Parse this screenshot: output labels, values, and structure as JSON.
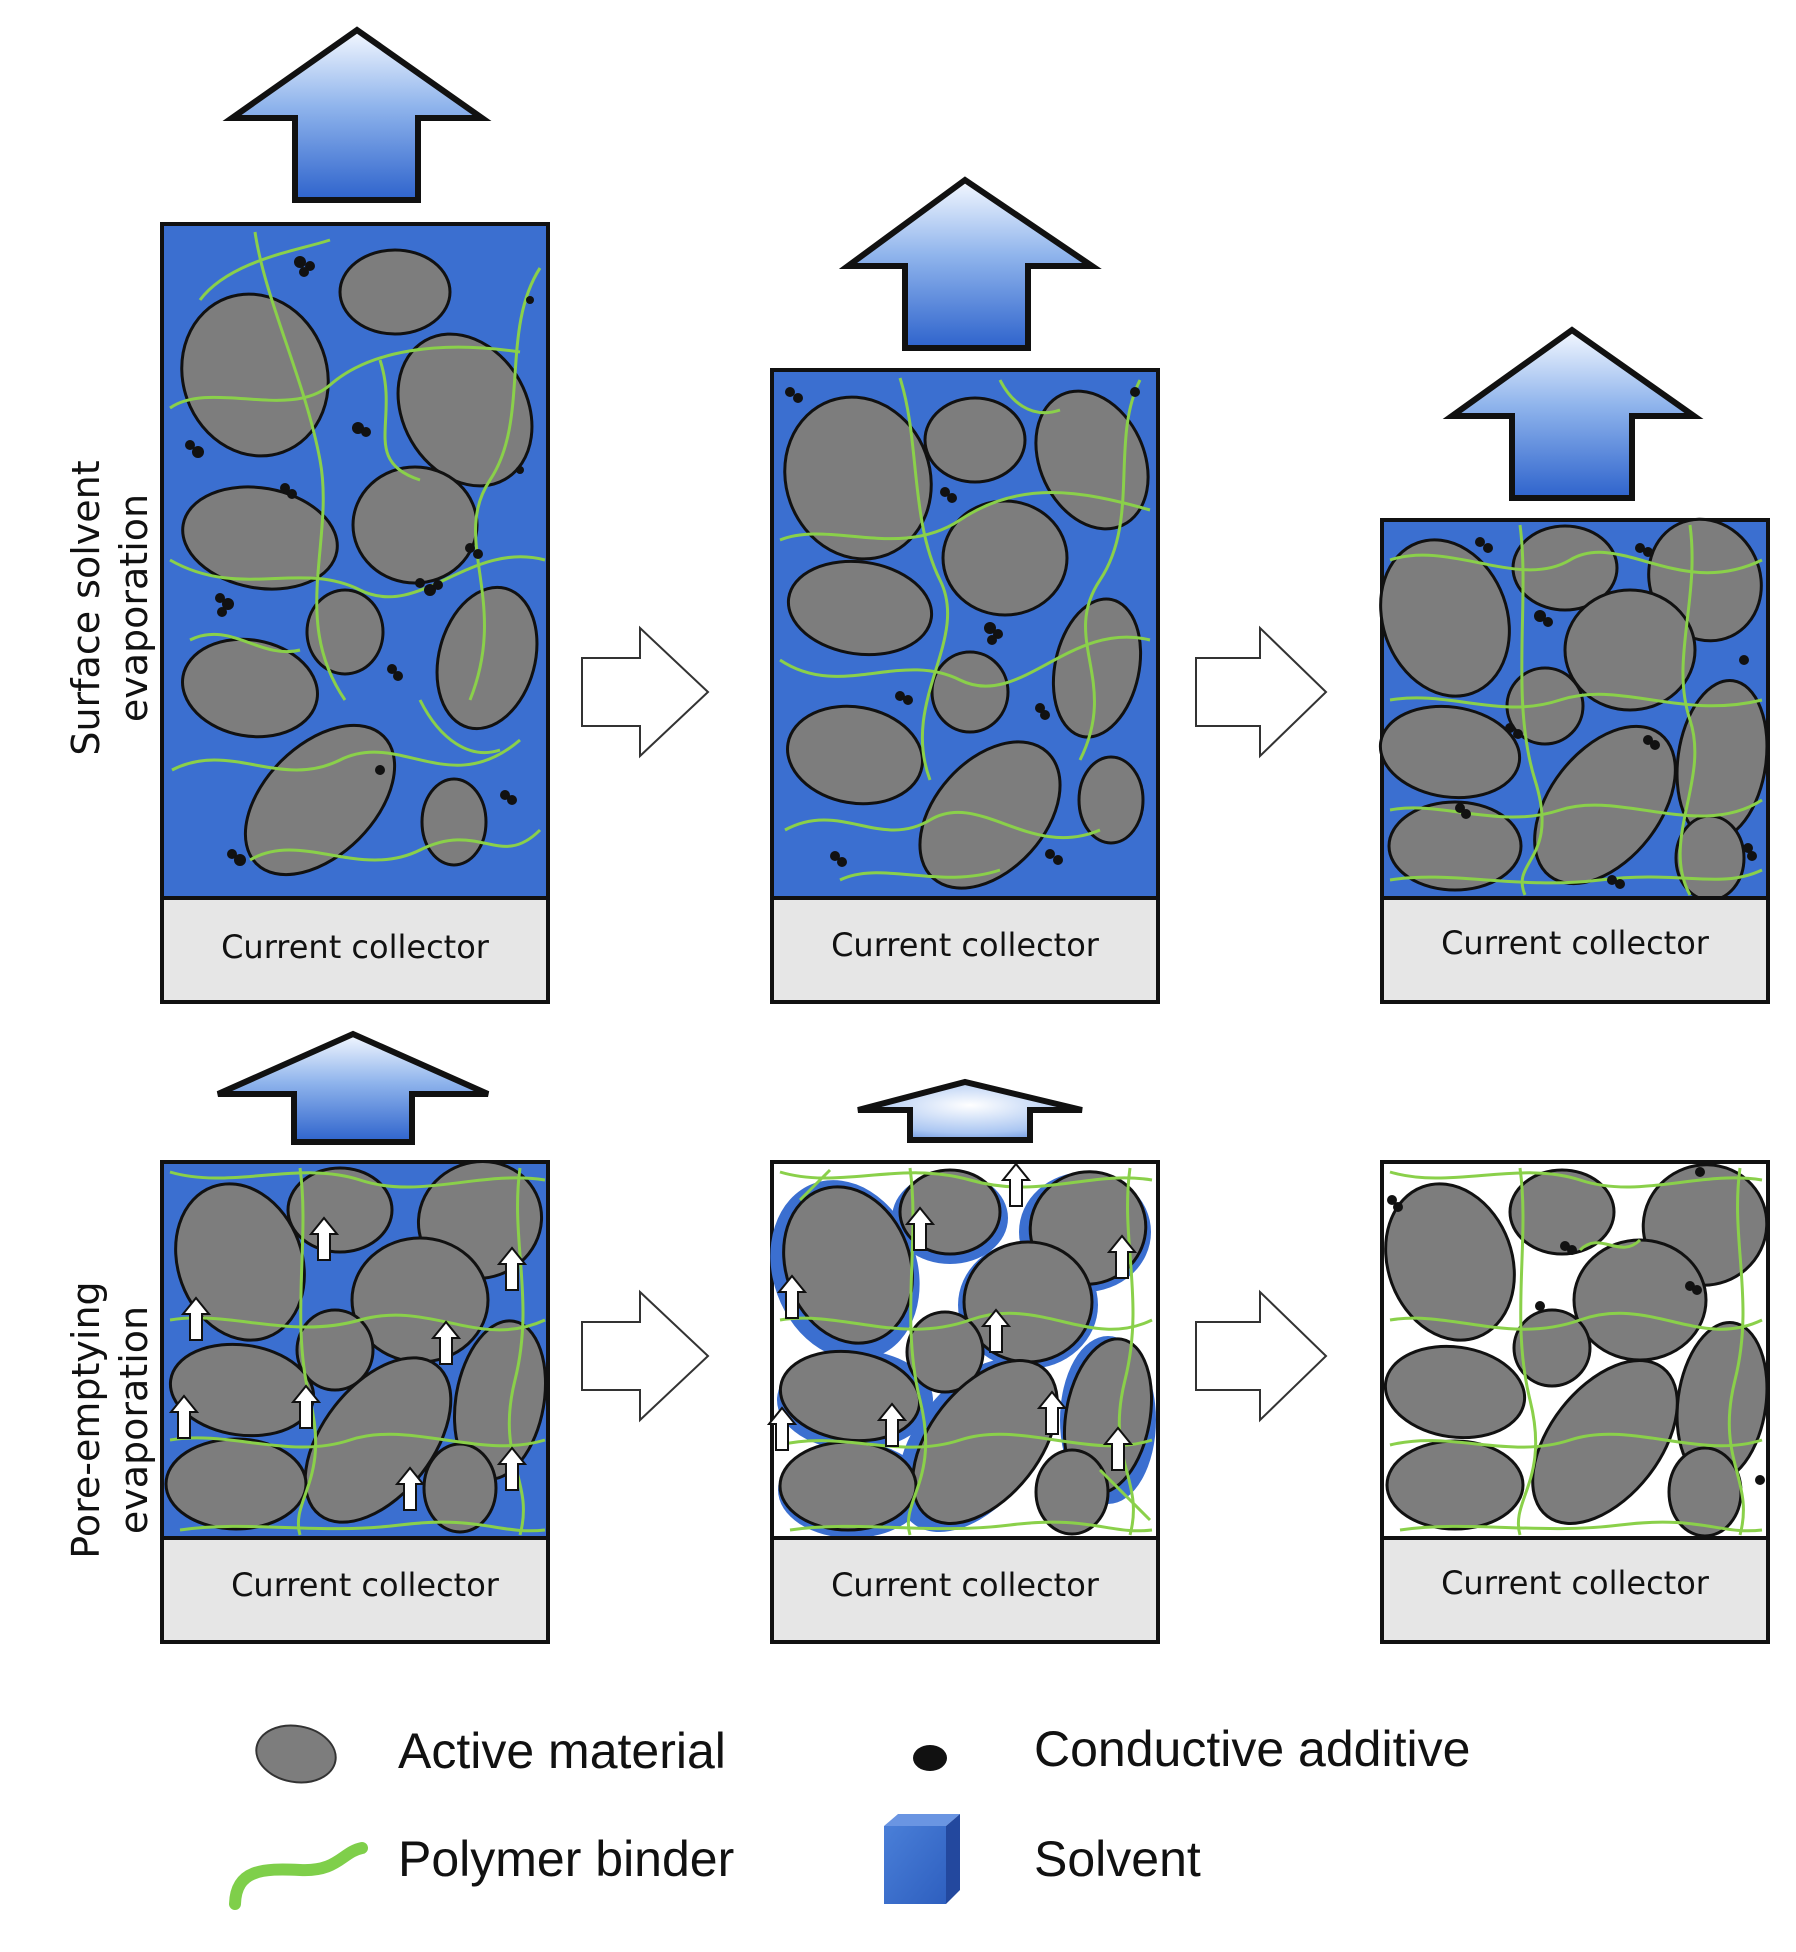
{
  "rows": [
    {
      "label_line1": "Surface solvent",
      "label_line2": "evaporation"
    },
    {
      "label_line1": "Pore-emptying",
      "label_line2": "evaporation"
    }
  ],
  "current_collector_label": "Current collector",
  "legend": {
    "active_material": "Active material",
    "conductive_additive": "Conductive additive",
    "polymer_binder": "Polymer binder",
    "solvent": "Solvent"
  },
  "colors": {
    "solvent": "#3b6fd0",
    "particle": "#7d7d7d",
    "binder": "#8ad04a",
    "collector": "#e6e6e6",
    "additive": "#111111"
  }
}
